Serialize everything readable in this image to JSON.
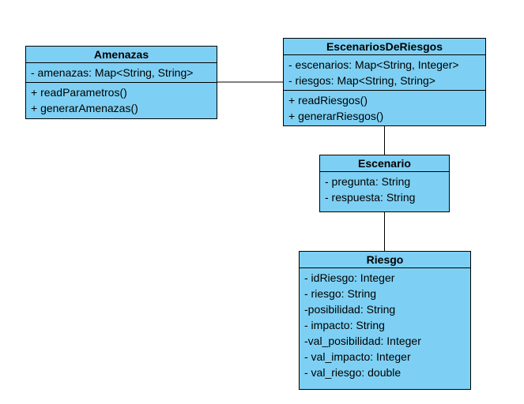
{
  "diagram": {
    "colors": {
      "class_fill": "#7dd0f4",
      "border": "#000000",
      "connector": "#000000",
      "background": "#ffffff"
    },
    "classes": {
      "amenazas": {
        "name": "Amenazas",
        "attributes": [
          "- amenazas: Map<String, String>"
        ],
        "operations": [
          "+ readParametros()",
          "+ generarAmenazas()"
        ]
      },
      "escenarios_de_riesgos": {
        "name": "EscenariosDeRiesgos",
        "attributes": [
          "- escenarios: Map<String, Integer>",
          "- riesgos: Map<String, String>"
        ],
        "operations": [
          "+ readRiesgos()",
          "+ generarRiesgos()"
        ]
      },
      "escenario": {
        "name": "Escenario",
        "attributes": [
          "- pregunta: String",
          "- respuesta: String"
        ]
      },
      "riesgo": {
        "name": "Riesgo",
        "attributes": [
          "- idRiesgo: Integer",
          "- riesgo: String",
          "-posibilidad: String",
          "- impacto: String",
          "-val_posibilidad: Integer",
          "- val_impacto: Integer",
          "- val_riesgo: double"
        ]
      }
    },
    "associations": [
      {
        "from": "Amenazas",
        "to": "EscenariosDeRiesgos"
      },
      {
        "from": "EscenariosDeRiesgos",
        "to": "Escenario"
      },
      {
        "from": "Escenario",
        "to": "Riesgo"
      }
    ]
  }
}
